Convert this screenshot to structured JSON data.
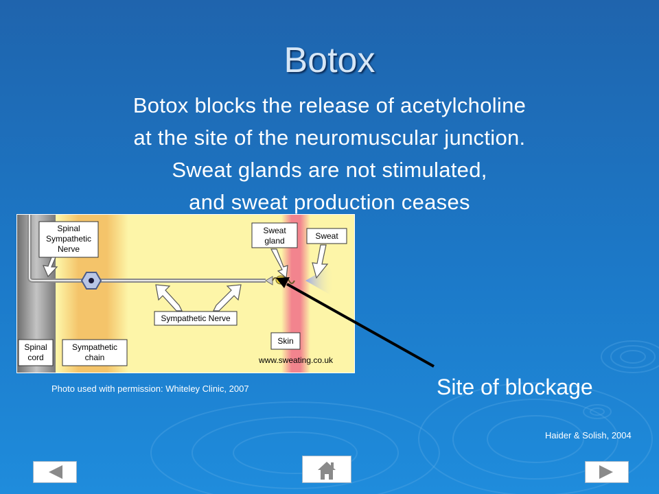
{
  "slide": {
    "title": "Botox",
    "body_lines": [
      "Botox blocks the release of acetylcholine",
      "at the site of the neuromuscular junction.",
      "Sweat glands are not stimulated,",
      "and sweat production ceases"
    ],
    "photo_credit": "Photo used with permission: Whiteley Clinic, 2007",
    "blockage_label": "Site of blockage",
    "citation": "Haider & Solish, 2004"
  },
  "diagram": {
    "labels": {
      "spinal_sympathetic_nerve": [
        "Spinal",
        "Sympathetic",
        "Nerve"
      ],
      "sweat_gland": [
        "Sweat",
        "gland"
      ],
      "sweat": "Sweat",
      "sympathetic_nerve": "Sympathetic Nerve",
      "skin": "Skin",
      "spinal_cord": [
        "Spinal",
        "cord"
      ],
      "sympathetic_chain": [
        "Sympathetic",
        "chain"
      ],
      "website": "www.sweating.co.uk"
    }
  },
  "nav": {
    "prev_icon": "left-triangle-icon",
    "home_icon": "house-icon",
    "next_icon": "right-triangle-icon"
  },
  "colors": {
    "background_top": "#1f64ad",
    "background_bottom": "#1f8cdc",
    "diagram_bg": "#fdf5a8",
    "skin_band": "#f2848e"
  }
}
